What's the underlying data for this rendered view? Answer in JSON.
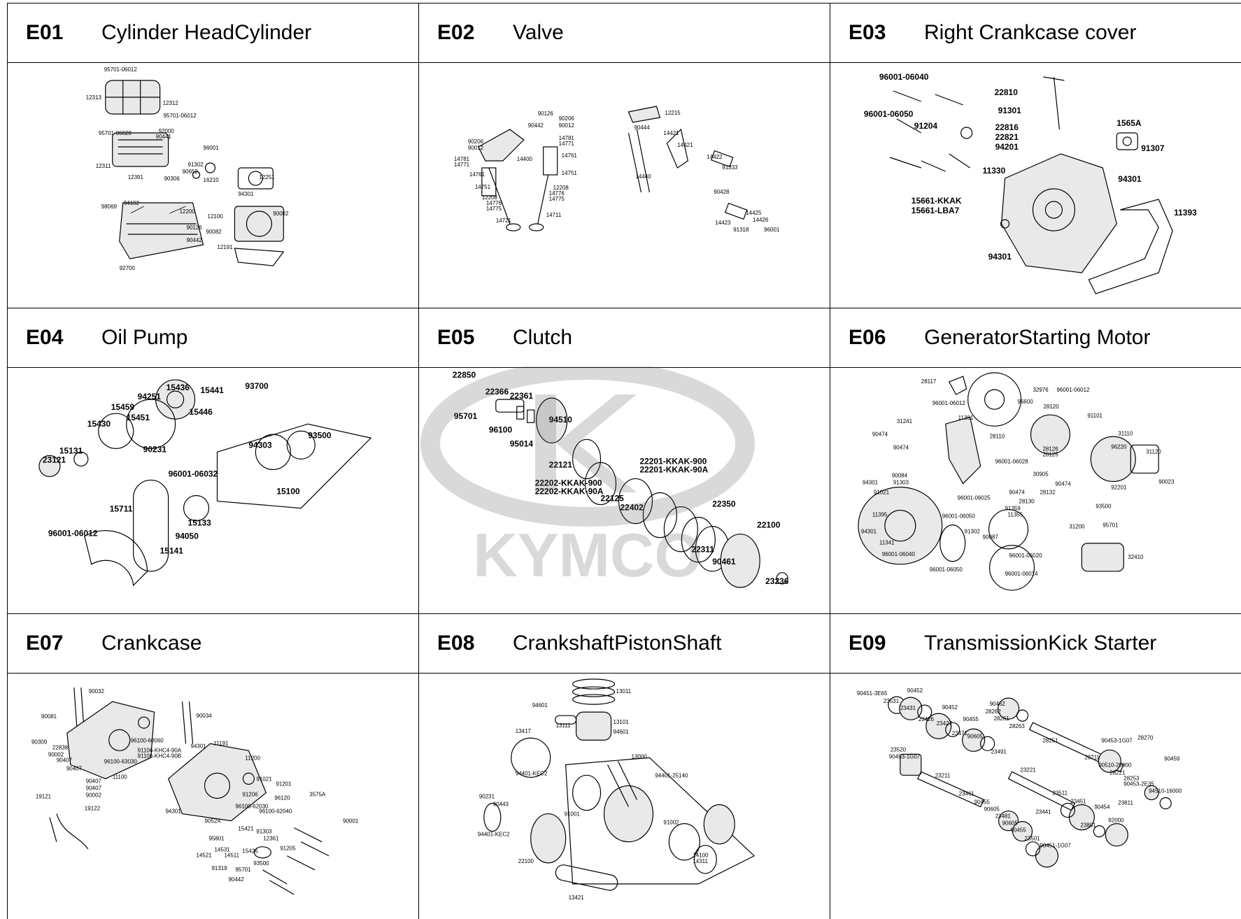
{
  "sections": [
    {
      "code": "E01",
      "name": "Cylinder HeadCylinder",
      "labels": [
        "95701-06012",
        "12313",
        "12312",
        "95701-06012",
        "95701-06028",
        "92000",
        "90441",
        "12311",
        "96001",
        "91302",
        "12251",
        "12391",
        "90306",
        "90652",
        "16210",
        "94301",
        "98069",
        "94102",
        "12200",
        "12100",
        "90082",
        "90126",
        "90082",
        "90442",
        "12191",
        "92700"
      ]
    },
    {
      "code": "E02",
      "name": "Valve",
      "labels": [
        "90126",
        "90206",
        "90012",
        "90442",
        "90206",
        "90012",
        "14781",
        "14771",
        "14781",
        "14771",
        "14761",
        "14400",
        "14761",
        "14751",
        "14751",
        "12208",
        "14776",
        "14775",
        "12208",
        "14776",
        "14775",
        "14721",
        "14711",
        "12215",
        "90444",
        "14421",
        "14421",
        "14422",
        "91333",
        "14440",
        "90428",
        "14425",
        "14426",
        "14423",
        "91318",
        "96001"
      ]
    },
    {
      "code": "E03",
      "name": "Right Crankcase cover",
      "labels": [
        "96001-06040",
        "22810",
        "96001-06050",
        "91301",
        "91204",
        "22816",
        "22821",
        "94201",
        "1565A",
        "91307",
        "11330",
        "94301",
        "15661-KKAK",
        "15661-LBA7",
        "11393",
        "94301"
      ]
    },
    {
      "code": "E04",
      "name": "Oil Pump",
      "labels": [
        "93700",
        "15436",
        "15441",
        "94251",
        "15459",
        "15446",
        "15451",
        "15430",
        "90231",
        "93500",
        "94303",
        "15131",
        "23121",
        "96001-06032",
        "15100",
        "15711",
        "15133",
        "96001-06012",
        "94050",
        "15141"
      ]
    },
    {
      "code": "E05",
      "name": "Clutch",
      "labels": [
        "22850",
        "22366",
        "22361",
        "95701",
        "94510",
        "96100",
        "95014",
        "22121",
        "22201-KKAK-900",
        "22201-KKAK-90A",
        "22202-KKAK-900",
        "22202-KKAK-90A",
        "22125",
        "22402",
        "22350",
        "22100",
        "22311",
        "90461",
        "23236"
      ]
    },
    {
      "code": "E06",
      "name": "GeneratorStarting Motor",
      "labels": [
        "28117",
        "32976",
        "96001-06012",
        "96001-06012",
        "96600",
        "28120",
        "91101",
        "11361",
        "31241",
        "90474",
        "28110",
        "31110",
        "96220",
        "90474",
        "28126",
        "28125",
        "31120",
        "96001-06028",
        "90084",
        "30905",
        "94301",
        "91303",
        "90474",
        "91021",
        "90474",
        "28132",
        "92201",
        "90023",
        "96001-06025",
        "28130",
        "11395",
        "96001-06050",
        "91359",
        "11355",
        "93500",
        "94301",
        "91302",
        "90087",
        "31200",
        "95701",
        "11341",
        "96001-06040",
        "96001-06020",
        "32410",
        "96001-06050",
        "96001-06014"
      ]
    },
    {
      "code": "E07",
      "name": "Crankcase",
      "labels": [
        "90032",
        "90081",
        "90034",
        "90309",
        "96100-60060",
        "22838",
        "91106-KHC4-90A",
        "91106-KHC4-90B",
        "90002",
        "90407",
        "94301",
        "11191",
        "90407",
        "96100-63030",
        "11200",
        "11100",
        "90407",
        "91021",
        "90407",
        "91201",
        "19121",
        "90002",
        "91206",
        "96120",
        "3575A",
        "19122",
        "94301",
        "96100-62030",
        "96100-62040",
        "90001",
        "9052A",
        "15421",
        "91303",
        "95801",
        "12361",
        "14531",
        "14521",
        "14511",
        "15426",
        "91205",
        "93500",
        "91319",
        "95701",
        "90442"
      ]
    },
    {
      "code": "E08",
      "name": "CrankshaftPistonShaft",
      "labels": [
        "13011",
        "94601",
        "13101",
        "13111",
        "94601",
        "13417",
        "13000",
        "94401-KEC2",
        "94401-25140",
        "90231",
        "90443",
        "91001",
        "91002",
        "94401-KEC2",
        "14100",
        "14311",
        "22100",
        "13421"
      ]
    },
    {
      "code": "E09",
      "name": "TransmissionKick Starter",
      "labels": [
        "90451-3E65",
        "90452",
        "23531",
        "23431",
        "90452",
        "90462",
        "28262",
        "28261",
        "23426",
        "23427",
        "90455",
        "28263",
        "23471",
        "90605",
        "28251",
        "23520",
        "90453-1G07",
        "23491",
        "90453-1G07",
        "28270",
        "28211",
        "90459",
        "23211",
        "23221",
        "90510-20000",
        "28221",
        "28253",
        "90453-2E35",
        "94510-16000",
        "23461",
        "23511",
        "23451",
        "90454",
        "23811",
        "90455",
        "90605",
        "23481",
        "90605",
        "23441",
        "92000",
        "90455",
        "23801",
        "23501",
        "90451-1G07"
      ]
    }
  ],
  "watermark": {
    "brand": "KYMCO"
  }
}
